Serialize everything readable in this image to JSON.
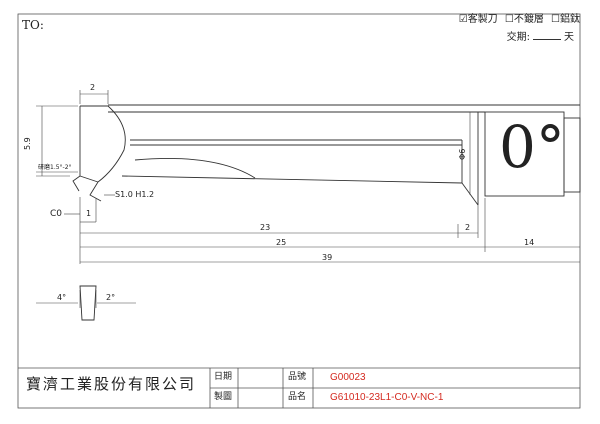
{
  "header": {
    "to_label": "TO:",
    "options": [
      {
        "checked": true,
        "label": "客製刀"
      },
      {
        "checked": false,
        "label": "不鍍層"
      },
      {
        "checked": false,
        "label": "鋁鈦"
      }
    ],
    "lead_time_label": "交期:",
    "lead_time_unit": "天"
  },
  "drawing": {
    "angle_big": "0°",
    "dims": {
      "top_width": "2",
      "height_left": "5.9",
      "diameter": "Φ6",
      "grind_note": "研磨1.5°-2°",
      "s_h": "S1.0  H1.2",
      "c0": "C0",
      "dim_1": "1",
      "dim_23": "23",
      "dim_2": "2",
      "dim_25": "25",
      "dim_14": "14",
      "dim_39": "39",
      "angle_4": "4°",
      "angle_2": "2°"
    }
  },
  "title_block": {
    "company": "寶濟工業股份有限公司",
    "date_label": "日期",
    "drawer_label": "製圖",
    "part_no_label": "品號",
    "part_name_label": "品名",
    "part_no": "G00023",
    "part_name": "G61010-23L1-C0-V-NC-1"
  },
  "colors": {
    "line": "#333333",
    "value_red": "#d42a20"
  }
}
